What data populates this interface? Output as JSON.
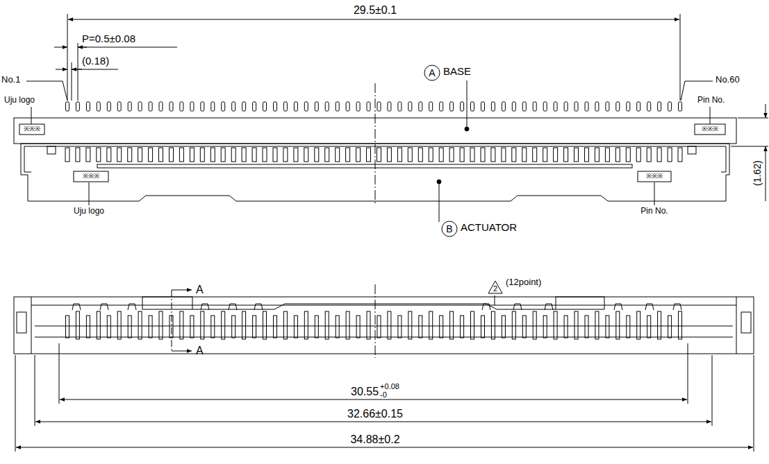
{
  "diagram": {
    "nodes": [
      {
        "text": [
          "A",
          "BASE"
        ]
      },
      {
        "text": [
          "B",
          "ACTUATOR"
        ]
      },
      {
        "text": [
          "2",
          "(12point)"
        ]
      }
    ],
    "labels": [
      "29.5±0.1",
      "P=0.5±0.08",
      "(0.18)",
      "No.1",
      "Uju logo",
      "※※※",
      "No.60",
      "Pin No.",
      "※※※",
      "(1.62)",
      "※※※",
      "Uju logo",
      "※※※",
      "Pin No.",
      "A",
      "A",
      "30.55",
      "+0.08",
      "-0",
      "32.66±0.15",
      "34.88±0.2"
    ]
  }
}
